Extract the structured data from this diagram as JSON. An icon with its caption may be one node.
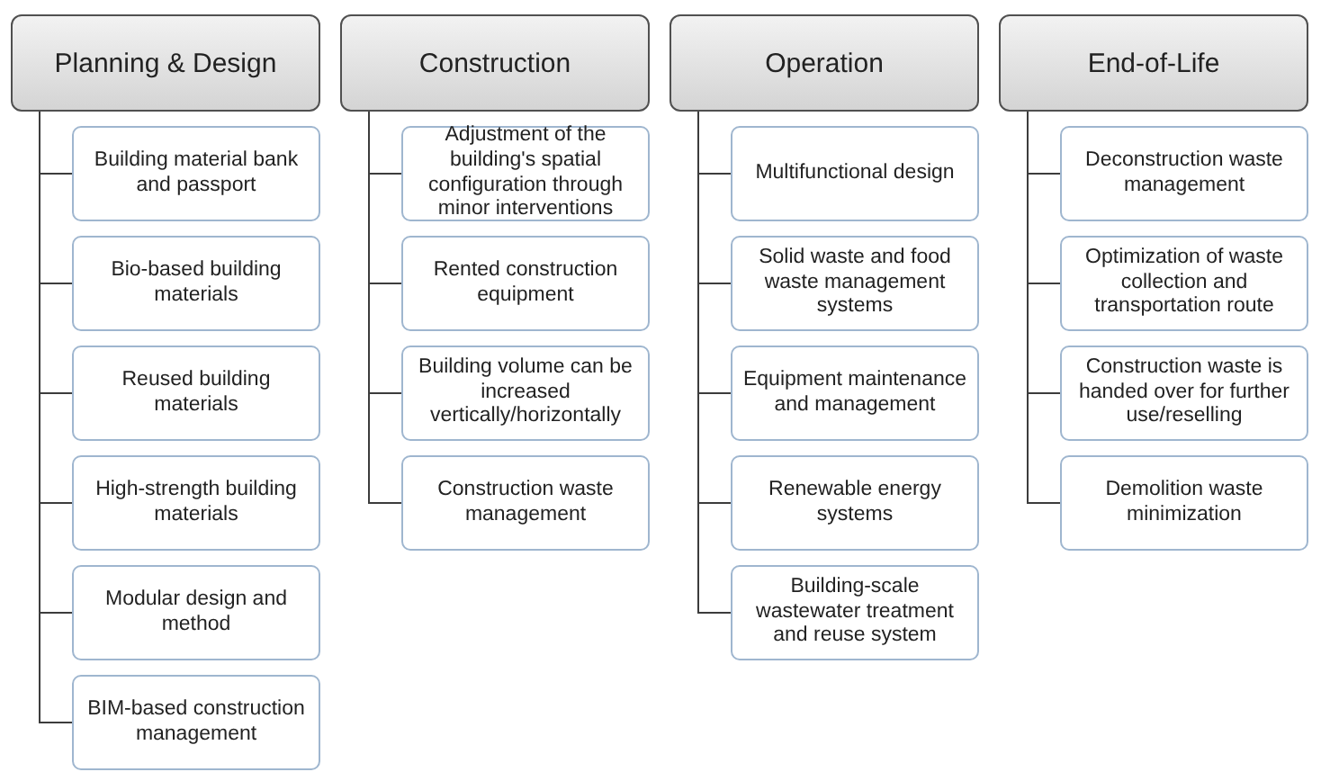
{
  "diagram": {
    "nodes": [
      {
        "text": [
          "Planning & Design"
        ]
      },
      {
        "text": [
          "Building material bank and passport"
        ]
      },
      {
        "text": [
          "Bio-based building materials"
        ]
      },
      {
        "text": [
          "Reused building materials"
        ]
      },
      {
        "text": [
          "High-strength building materials"
        ]
      },
      {
        "text": [
          "Modular design and method"
        ]
      },
      {
        "text": [
          "BIM-based construction management"
        ]
      },
      {
        "text": [
          "Construction"
        ]
      },
      {
        "text": [
          "Adjustment of  the building's spatial configuration through minor interventions"
        ]
      },
      {
        "text": [
          "Rented construction equipment"
        ]
      },
      {
        "text": [
          "Building volume can be increased vertically/horizontally"
        ]
      },
      {
        "text": [
          "Construction waste management"
        ]
      },
      {
        "text": [
          "Operation"
        ]
      },
      {
        "text": [
          "Multifunctional design"
        ]
      },
      {
        "text": [
          "Solid waste and food waste management systems"
        ]
      },
      {
        "text": [
          "Equipment maintenance and management"
        ]
      },
      {
        "text": [
          "Renewable energy systems"
        ]
      },
      {
        "text": [
          "Building-scale wastewater treatment and reuse system"
        ]
      },
      {
        "text": [
          "End-of-Life"
        ]
      },
      {
        "text": [
          "Deconstruction waste management"
        ]
      },
      {
        "text": [
          "Optimization of waste collection and transportation route"
        ]
      },
      {
        "text": [
          "Construction waste is handed over for further use/reselling"
        ]
      },
      {
        "text": [
          "Demolition waste minimization"
        ]
      }
    ],
    "edges": [
      {
        "from": 0,
        "to": 1,
        "arrow": "none"
      },
      {
        "from": 0,
        "to": 2,
        "arrow": "none"
      },
      {
        "from": 0,
        "to": 3,
        "arrow": "none"
      },
      {
        "from": 0,
        "to": 4,
        "arrow": "none"
      },
      {
        "from": 0,
        "to": 5,
        "arrow": "none"
      },
      {
        "from": 0,
        "to": 6,
        "arrow": "none"
      },
      {
        "from": 7,
        "to": 8,
        "arrow": "none"
      },
      {
        "from": 7,
        "to": 9,
        "arrow": "none"
      },
      {
        "from": 7,
        "to": 10,
        "arrow": "none"
      },
      {
        "from": 7,
        "to": 11,
        "arrow": "none"
      },
      {
        "from": 12,
        "to": 13,
        "arrow": "none"
      },
      {
        "from": 12,
        "to": 14,
        "arrow": "none"
      },
      {
        "from": 12,
        "to": 15,
        "arrow": "none"
      },
      {
        "from": 12,
        "to": 16,
        "arrow": "none"
      },
      {
        "from": 12,
        "to": 17,
        "arrow": "none"
      },
      {
        "from": 18,
        "to": 19,
        "arrow": "none"
      },
      {
        "from": 18,
        "to": 20,
        "arrow": "none"
      },
      {
        "from": 18,
        "to": 21,
        "arrow": "none"
      },
      {
        "from": 18,
        "to": 22,
        "arrow": "none"
      }
    ]
  }
}
